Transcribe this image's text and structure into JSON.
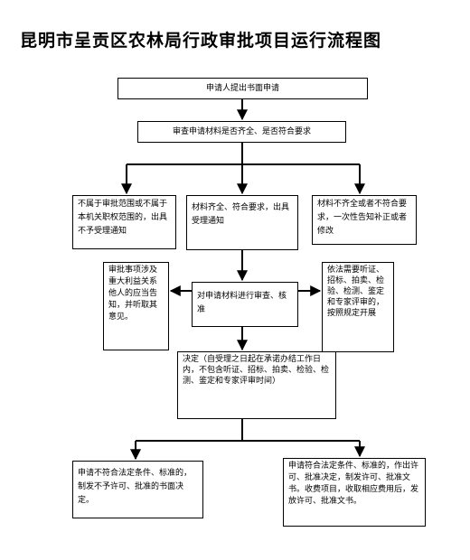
{
  "title": "昆明市呈贡区农林局行政审批项目运行流程图",
  "boxes": {
    "apply": "申请人提出书面申请",
    "review": "审查申请材料是否齐全、是否符合要求",
    "outside": "不属于审批范围或不属于本机关职权范围的，出具不予受理通知",
    "accept": "材料齐全、符合要求，出具受理通知",
    "incomplete": "材料不齐全或者不符合要求，一次性告知补正或者修改",
    "interest": "审批事项涉及重大利益关系他人的应当告知，并听取其意见。",
    "audit": "对申请材料进行审查、核准",
    "hearing": "依法需要听证、招标、拍卖、检验、检测、鉴定和专家评审的，按照规定开展",
    "decision": "决定（自受理之日起在承诺办结工作日内，不包含听证、招标、拍卖、检验、检测、鉴定和专家评审时间）",
    "reject": "申请不符合法定条件、标准的，制发不予许可、批准的书面决定。",
    "approve": "申请符合法定条件、标准的，作出许可、批准决定，制发许可、批准文书。收费项目，收取相应费用后，发放许可、批准文书。"
  }
}
